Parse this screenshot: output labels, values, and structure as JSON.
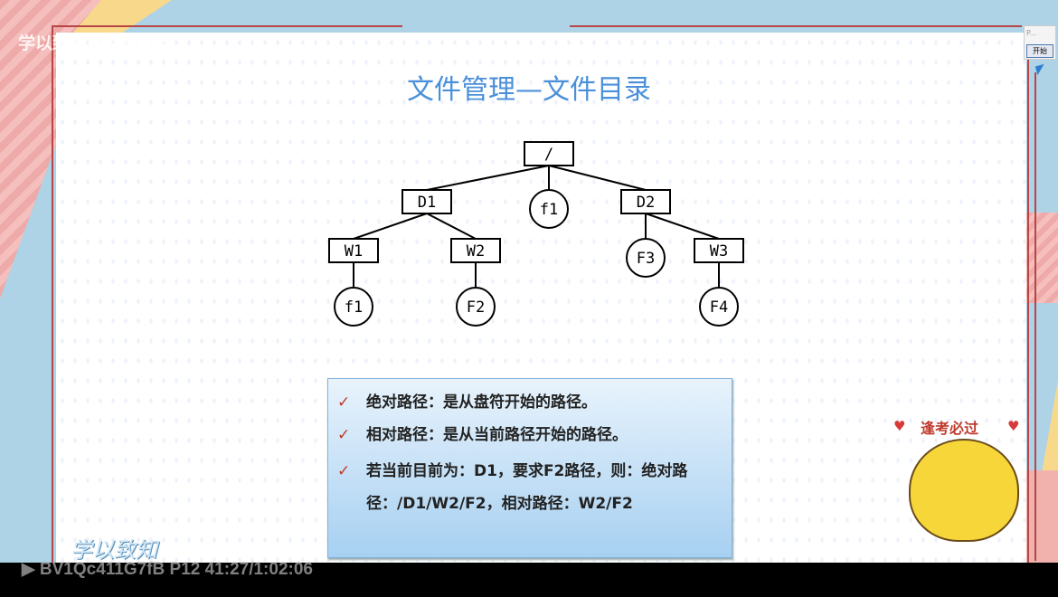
{
  "watermark": "学以致知Learning",
  "slide": {
    "title": "文件管理—文件目录"
  },
  "tree": {
    "nodes": [
      {
        "id": "root",
        "label": "/",
        "shape": "box"
      },
      {
        "id": "D1",
        "label": "D1",
        "shape": "box",
        "parent": "root"
      },
      {
        "id": "f1a",
        "label": "f1",
        "shape": "circle",
        "parent": "root"
      },
      {
        "id": "D2",
        "label": "D2",
        "shape": "box",
        "parent": "root"
      },
      {
        "id": "W1",
        "label": "W1",
        "shape": "box",
        "parent": "D1"
      },
      {
        "id": "W2",
        "label": "W2",
        "shape": "box",
        "parent": "D1"
      },
      {
        "id": "F3",
        "label": "F3",
        "shape": "circle",
        "parent": "D2"
      },
      {
        "id": "W3",
        "label": "W3",
        "shape": "box",
        "parent": "D2"
      },
      {
        "id": "f1b",
        "label": "f1",
        "shape": "circle",
        "parent": "W1"
      },
      {
        "id": "F2",
        "label": "F2",
        "shape": "circle",
        "parent": "W2"
      },
      {
        "id": "F4",
        "label": "F4",
        "shape": "circle",
        "parent": "W3"
      }
    ]
  },
  "notes": {
    "check": "✓",
    "items": [
      "绝对路径：是从盘符开始的路径。",
      "相对路径：是从当前路径开始的路径。",
      "若当前目前为：D1，要求F2路径，则：绝对路径：/D1/W2/F2，相对路径：W2/F2"
    ]
  },
  "calligraphy": "学以致知",
  "video_info": "BV1Qc411G7fB P12 41:27/1:02:06",
  "popup": {
    "label": "P...",
    "button": "开始"
  },
  "mascot": {
    "text": "逢考必过"
  },
  "colors": {
    "title": "#4a90d9",
    "accent_red": "#b84545",
    "background": "#aed2e6"
  }
}
